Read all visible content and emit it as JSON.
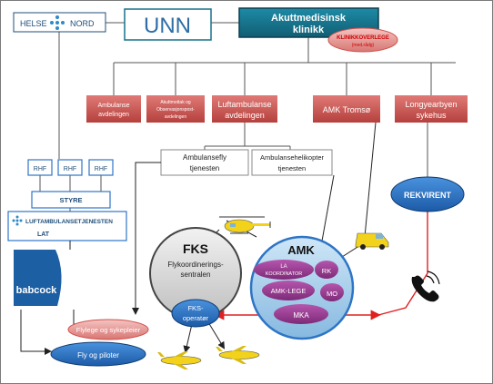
{
  "helse_nord": {
    "left": "HELSE",
    "right": "NORD"
  },
  "unn": "UNN",
  "akutt": {
    "line1": "Akuttmedisinsk",
    "line2": "klinikk"
  },
  "klinikkoverlege": {
    "line1": "KLINIKKOVERLEGE",
    "line2": "(med.rådg)"
  },
  "departments": {
    "ambulanse": {
      "line1": "Ambulanse",
      "line2": "avdelingen"
    },
    "akuttmottak": {
      "line1": "Akuttmottak og",
      "line2": "Observasjonspost-",
      "line3": "avdelingen"
    },
    "luftambulanse": {
      "line1": "Luftambulanse",
      "line2": "avdelingen"
    },
    "amk_tromso": "AMK Tromsø",
    "longyearbyen": {
      "line1": "Longyearbyen",
      "line2": "sykehus"
    }
  },
  "ambulansefly": {
    "line1": "Ambulansefly",
    "line2": "tjenesten"
  },
  "ambulansehelikopter": {
    "line1": "Ambulansehelikopter",
    "line2": "tjenesten"
  },
  "rhf": [
    "RHF",
    "RHF",
    "RHF"
  ],
  "styre": "STYRE",
  "lat": {
    "title": "LUFTAMBULANSETJENESTEN",
    "sub": "LAT"
  },
  "babcock": "babcock",
  "fks": {
    "title": "FKS",
    "line1": "Flykoordinerings-",
    "line2": "sentralen",
    "op1": "FKS-",
    "op2": "operatør"
  },
  "amk": {
    "title": "AMK",
    "la1": "LA",
    "la2": "KOORDINATOR",
    "rk": "RK",
    "amk_lege": "AMK-LEGE",
    "mo": "MO",
    "mka": "MKA"
  },
  "rekvirent": "REKVIRENT",
  "flylege": "Flylege og sykepleier",
  "fly_piloter": "Fly og piloter",
  "colors": {
    "navy": "#1f4e79",
    "teal": "#17728a",
    "red_box": "#c0504d",
    "purple": "#9b3d94",
    "blue_oval": "#2e75c6"
  }
}
